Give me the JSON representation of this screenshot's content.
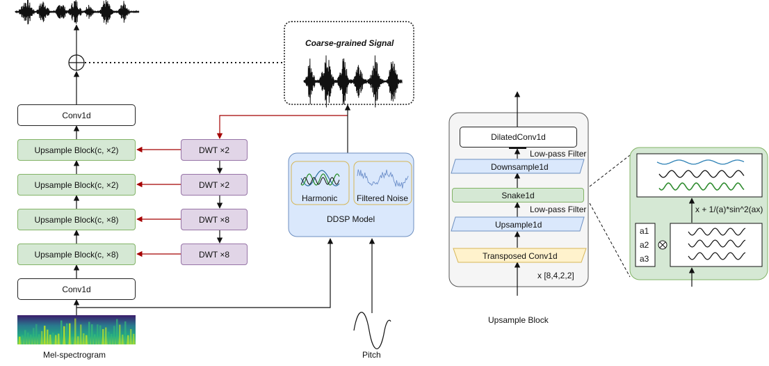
{
  "left": {
    "conv_top": "Conv1d",
    "conv_bottom": "Conv1d",
    "upsample_blocks": [
      "Upsample Block(c, ×2)",
      "Upsample Block(c, ×2)",
      "Upsample Block(c, ×8)",
      "Upsample Block(c, ×8)"
    ],
    "dwt_blocks": [
      "DWT ×2",
      "DWT ×2",
      "DWT ×8",
      "DWT ×8"
    ],
    "mel_label": "Mel-spectrogram",
    "pitch_label": "Pitch"
  },
  "coarse": {
    "title": "Coarse-grained Signal"
  },
  "ddsp": {
    "title": "DDSP Model",
    "harmonic": "Harmonic",
    "noise": "Filtered Noise"
  },
  "block": {
    "dilated": "DilatedConv1d",
    "lowpass_top": "Low-pass Filter",
    "downsample": "Downsample1d",
    "snake": "Snake1d",
    "lowpass_bottom": "Low-pass Filter",
    "upsample": "Upsample1d",
    "transposed": "Transposed Conv1d",
    "factors": "x [8,4,2,2]",
    "caption": "Upsample Block"
  },
  "snake": {
    "formula": "x + 1/(a)*sin^2(ax)",
    "params": [
      "a1",
      "a2",
      "a3"
    ],
    "mult_icon": "multiply-circle-icon"
  },
  "colors": {
    "green_fill": "#d5e8d4",
    "green_stroke": "#82b366",
    "purple_fill": "#e1d5e7",
    "purple_stroke": "#9673a6",
    "blue_fill": "#dae8fc",
    "blue_stroke": "#6c8ebf",
    "yellow_fill": "#fff2cc",
    "yellow_stroke": "#d6b656",
    "red_arrow": "#a50000"
  }
}
